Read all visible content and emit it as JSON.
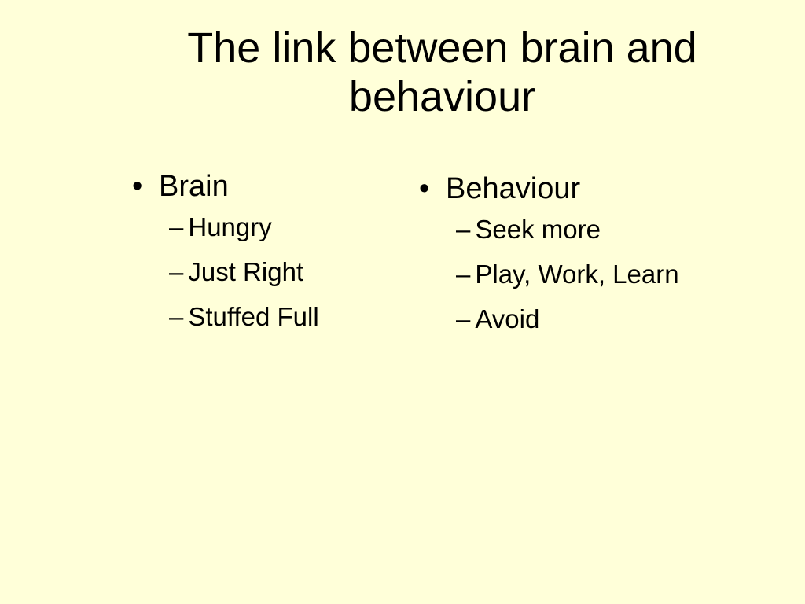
{
  "slide": {
    "title": "The link between brain and behaviour",
    "background_color": "#ffffd9",
    "bullet_glyph": "•",
    "sub_glyph": "–",
    "columns": [
      {
        "heading": "Brain",
        "items": [
          "Hungry",
          "Just Right",
          "Stuffed Full"
        ]
      },
      {
        "heading": "Behaviour",
        "items": [
          "Seek more",
          "Play, Work, Learn",
          "Avoid"
        ]
      }
    ]
  }
}
